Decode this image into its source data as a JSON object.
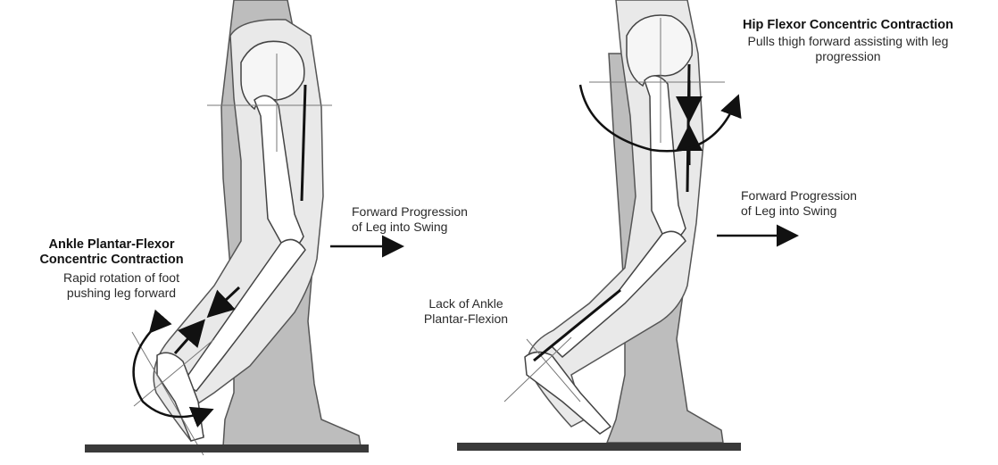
{
  "left": {
    "ankle_title": "Ankle Plantar-Flexor",
    "ankle_title2": "Concentric Contraction",
    "ankle_desc1": "Rapid rotation of foot",
    "ankle_desc2": "pushing leg forward",
    "forward1": "Forward Progression",
    "forward2": "of Leg into Swing"
  },
  "right": {
    "hip_title": "Hip Flexor Concentric Contraction",
    "hip_desc1": "Pulls thigh forward assisting with leg",
    "hip_desc2": "progression",
    "forward1": "Forward Progression",
    "forward2": "of Leg into Swing",
    "lack1": "Lack of Ankle",
    "lack2": "Plantar-Flexion"
  },
  "colors": {
    "shadow_leg": "#bdbdbd",
    "bone_outline": "#444444",
    "muscle": "#111111",
    "ground": "#3a3a3a"
  }
}
